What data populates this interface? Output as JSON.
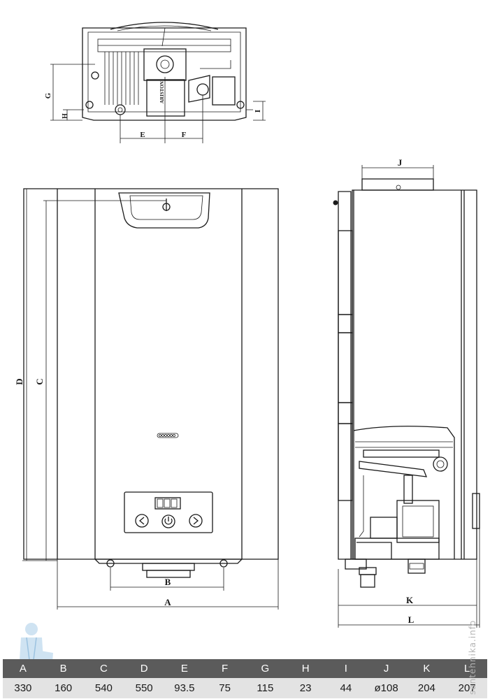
{
  "diagram": {
    "dimension_letters": {
      "a": "A",
      "b": "B",
      "c": "C",
      "d": "D",
      "e": "E",
      "f": "F",
      "g": "G",
      "h": "H",
      "i": "I",
      "j": "J",
      "k": "K",
      "l": "L"
    },
    "nameplate_text": "ARISTON"
  },
  "table": {
    "headers": [
      "A",
      "B",
      "C",
      "D",
      "E",
      "F",
      "G",
      "H",
      "I",
      "J",
      "K",
      "L"
    ],
    "values": [
      "330",
      "160",
      "540",
      "550",
      "93.5",
      "75",
      "115",
      "23",
      "44",
      "ø108",
      "204",
      "207"
    ]
  },
  "watermark": "santehnika.info",
  "colors": {
    "table_header_bg": "#5b5b5b",
    "table_row_bg": "#e3e3e3",
    "drawing_line": "#1a1a1a",
    "mascot": "#cfe3f2"
  }
}
